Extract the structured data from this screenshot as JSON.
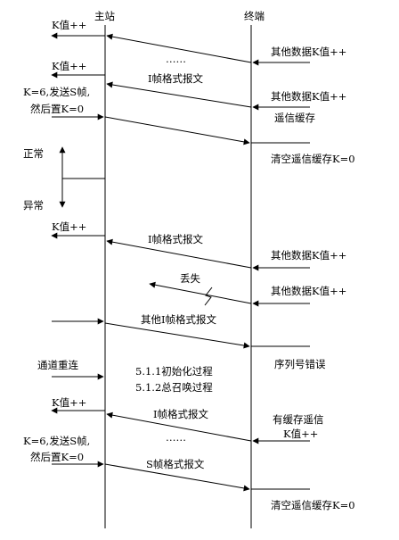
{
  "headers": {
    "master": "主站",
    "terminal": "终端"
  },
  "labels": {
    "l1": "K值++",
    "l2": "其他数据K值++",
    "dots1": "……",
    "l3": "K值++",
    "l4": "I帧格式报文",
    "l5a": "K=6,发送S帧,",
    "l5b": "然后置K=0",
    "l6": "其他数据K值++",
    "l7": "遥信缓存",
    "l8": "清空遥信缓存K=0",
    "normal": "正常",
    "abnormal": "异常",
    "l9": "K值++",
    "l10": "I帧格式报文",
    "l11": "其他数据K值++",
    "lost": "丢失",
    "l12": "其他数据K值++",
    "l13": "其他I帧格式报文",
    "l14": "序列号错误",
    "l15": "通道重连",
    "l16": "5.1.1初始化过程",
    "l17": "5.1.2总召唤过程",
    "l18": "K值++",
    "l19": "I帧格式报文",
    "l20a": "有缓存遥信",
    "l20b": "K值++",
    "dots2": "……",
    "l21a": "K=6,发送S帧,",
    "l21b": "然后置K=0",
    "l22": "S帧格式报文",
    "l23": "清空遥信缓存K=0"
  }
}
